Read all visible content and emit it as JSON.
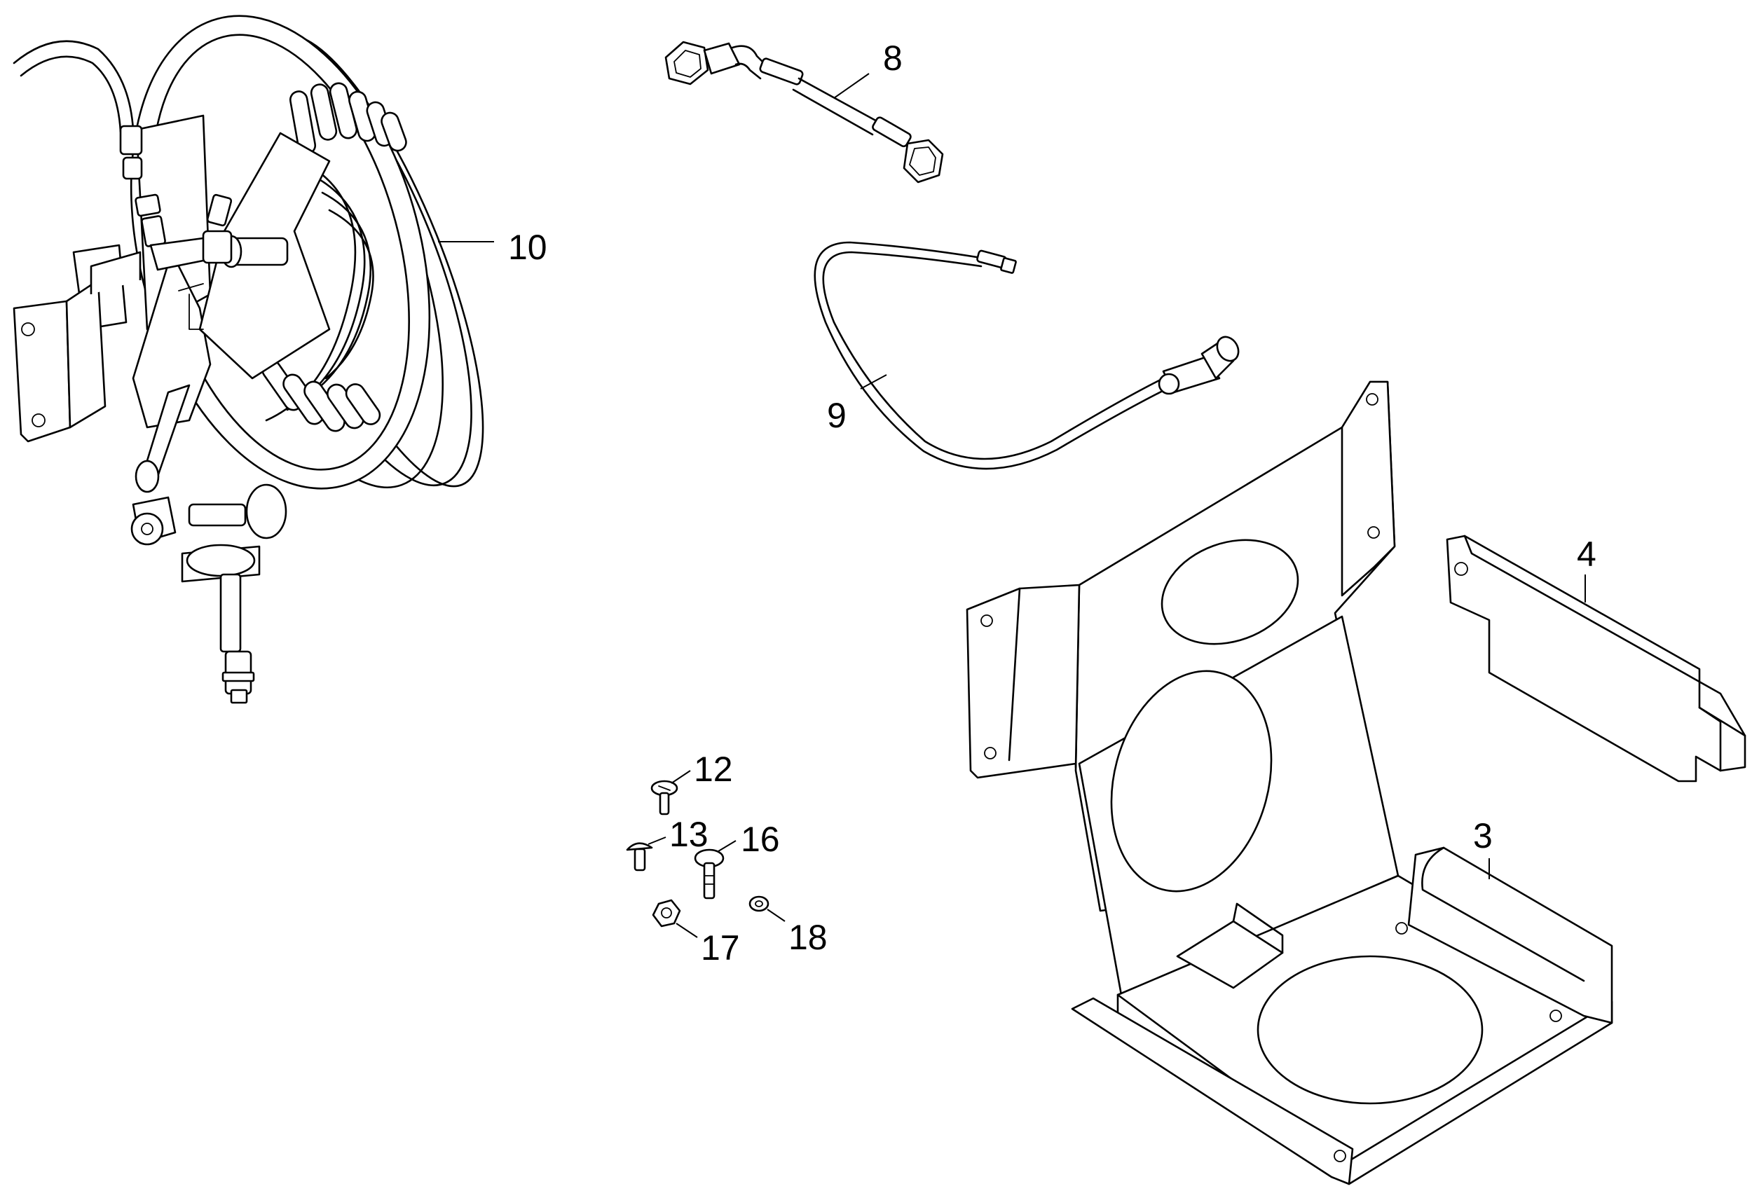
{
  "diagram": {
    "callouts": {
      "c3": "3",
      "c4": "4",
      "c8": "8",
      "c9": "9",
      "c10": "10",
      "c12": "12",
      "c13": "13",
      "c16": "16",
      "c17": "17",
      "c18": "18"
    }
  }
}
